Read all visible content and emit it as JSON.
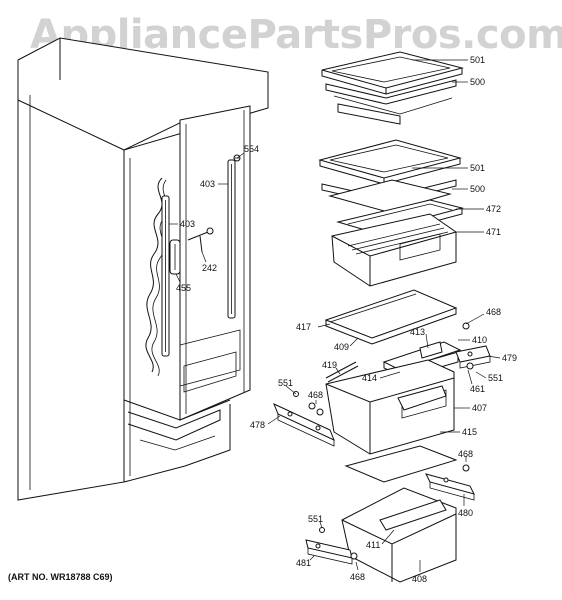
{
  "watermark": "AppliancePartsPros.com",
  "art_number": "(ART NO. WR18788 C69)",
  "callouts": [
    {
      "id": "c501a",
      "text": "501"
    },
    {
      "id": "c500a",
      "text": "500"
    },
    {
      "id": "c554",
      "text": "554"
    },
    {
      "id": "c403a",
      "text": "403"
    },
    {
      "id": "c501b",
      "text": "501"
    },
    {
      "id": "c500b",
      "text": "500"
    },
    {
      "id": "c472",
      "text": "472"
    },
    {
      "id": "c471",
      "text": "471"
    },
    {
      "id": "c403b",
      "text": "403"
    },
    {
      "id": "c242",
      "text": "242"
    },
    {
      "id": "c455",
      "text": "455"
    },
    {
      "id": "c468a",
      "text": "468"
    },
    {
      "id": "c417",
      "text": "417"
    },
    {
      "id": "c413",
      "text": "413"
    },
    {
      "id": "c410",
      "text": "410"
    },
    {
      "id": "c409",
      "text": "409"
    },
    {
      "id": "c479",
      "text": "479"
    },
    {
      "id": "c419",
      "text": "419"
    },
    {
      "id": "c414",
      "text": "414"
    },
    {
      "id": "c461",
      "text": "461"
    },
    {
      "id": "c551a",
      "text": "551"
    },
    {
      "id": "c551b",
      "text": "551"
    },
    {
      "id": "c468b",
      "text": "468"
    },
    {
      "id": "c407",
      "text": "407"
    },
    {
      "id": "c478",
      "text": "478"
    },
    {
      "id": "c415",
      "text": "415"
    },
    {
      "id": "c468c",
      "text": "468"
    },
    {
      "id": "c480",
      "text": "480"
    },
    {
      "id": "c551c",
      "text": "551"
    },
    {
      "id": "c411",
      "text": "411"
    },
    {
      "id": "c481",
      "text": "481"
    },
    {
      "id": "c468d",
      "text": "468"
    },
    {
      "id": "c408",
      "text": "408"
    }
  ]
}
